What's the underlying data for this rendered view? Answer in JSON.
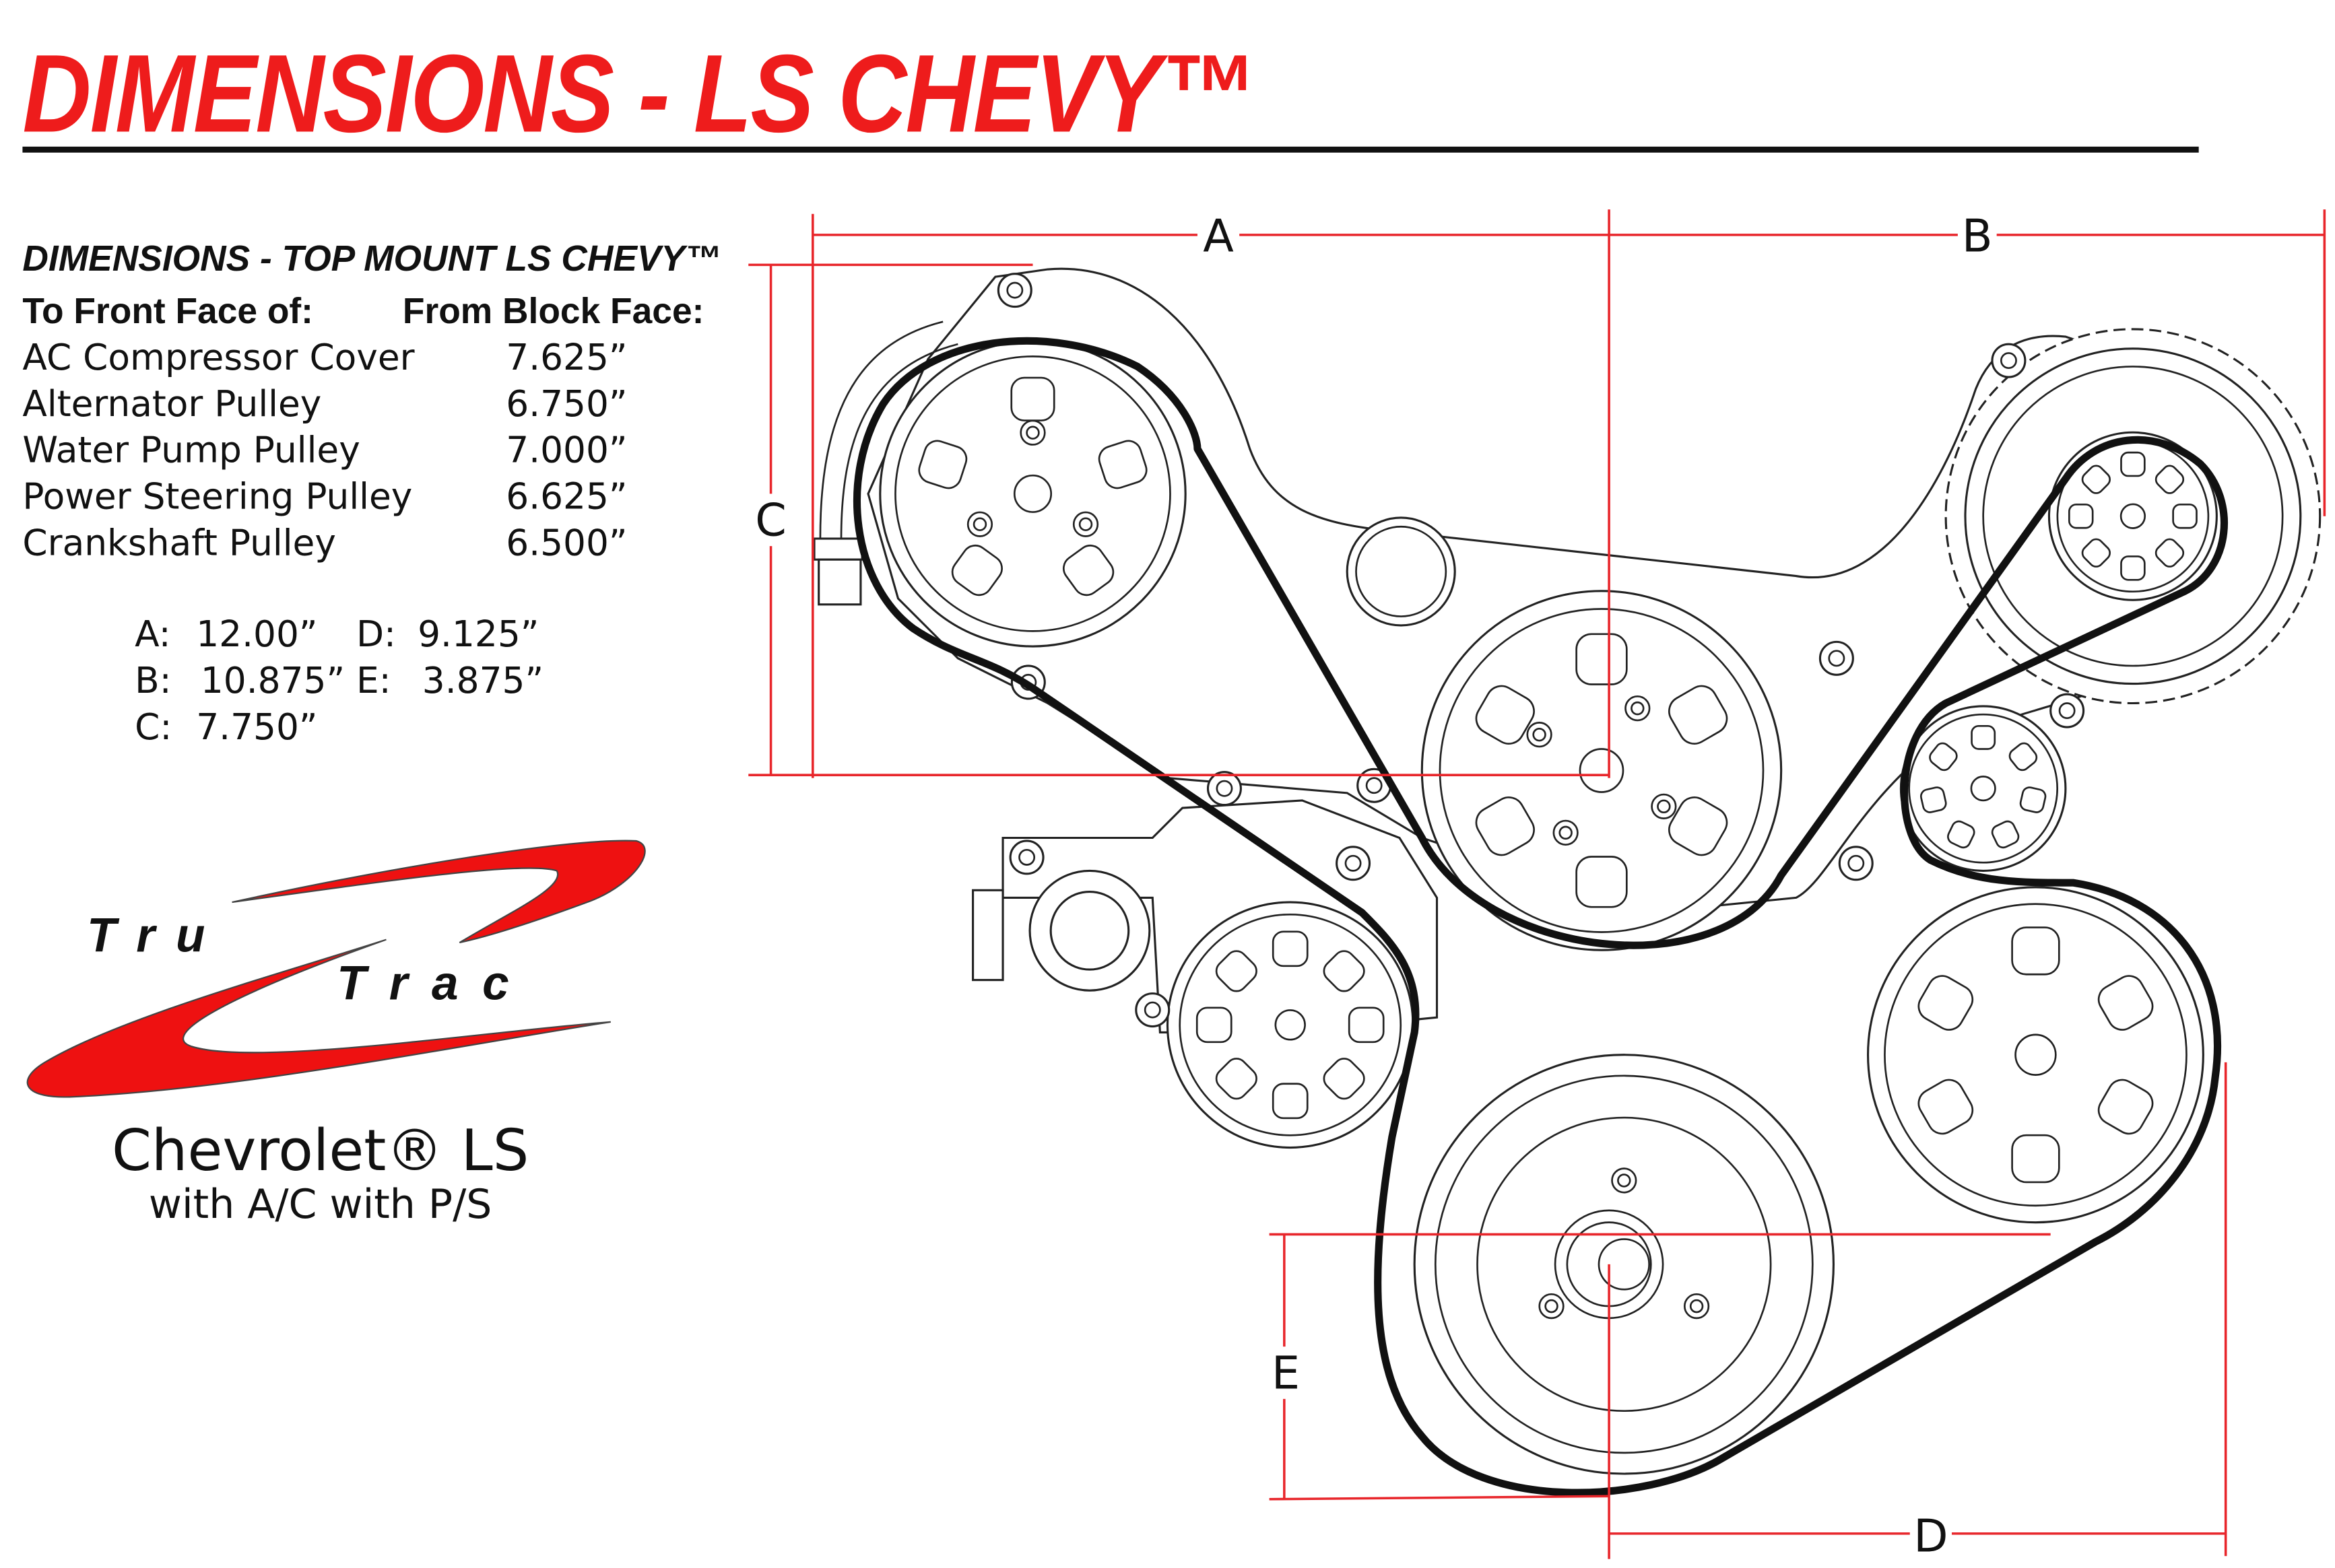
{
  "title": "DIMENSIONS - LS CHEVY™",
  "table": {
    "heading": "DIMENSIONS - TOP MOUNT LS CHEVY™",
    "col1_header": "To Front Face of:",
    "col2_header": "From Block Face:",
    "rows": [
      {
        "part": "AC Compressor Cover",
        "value": "7.625”"
      },
      {
        "part": "Alternator Pulley",
        "value": "6.750”"
      },
      {
        "part": "Water Pump Pulley",
        "value": "7.000”"
      },
      {
        "part": "Power Steering Pulley",
        "value": "6.625”"
      },
      {
        "part": "Crankshaft Pulley",
        "value": "6.500”"
      }
    ]
  },
  "dimensions": {
    "A": {
      "label": "A:",
      "value": "12.00”"
    },
    "B": {
      "label": "B:",
      "value": "10.875”"
    },
    "C": {
      "label": "C:",
      "value": "7.750”"
    },
    "D": {
      "label": "D:",
      "value": "9.125”"
    },
    "E": {
      "label": "E:",
      "value": "3.875”"
    }
  },
  "logo": {
    "word1": "Tru",
    "word2": "Trac"
  },
  "caption": {
    "line1": "Chevrolet® LS",
    "line2": "with A/C with P/S"
  },
  "diagram_labels": {
    "A": "A",
    "B": "B",
    "C": "C",
    "D": "D",
    "E": "E"
  },
  "colors": {
    "accent": "#ee1c1c",
    "dimension_line": "#e8262b",
    "ink": "#111111"
  }
}
